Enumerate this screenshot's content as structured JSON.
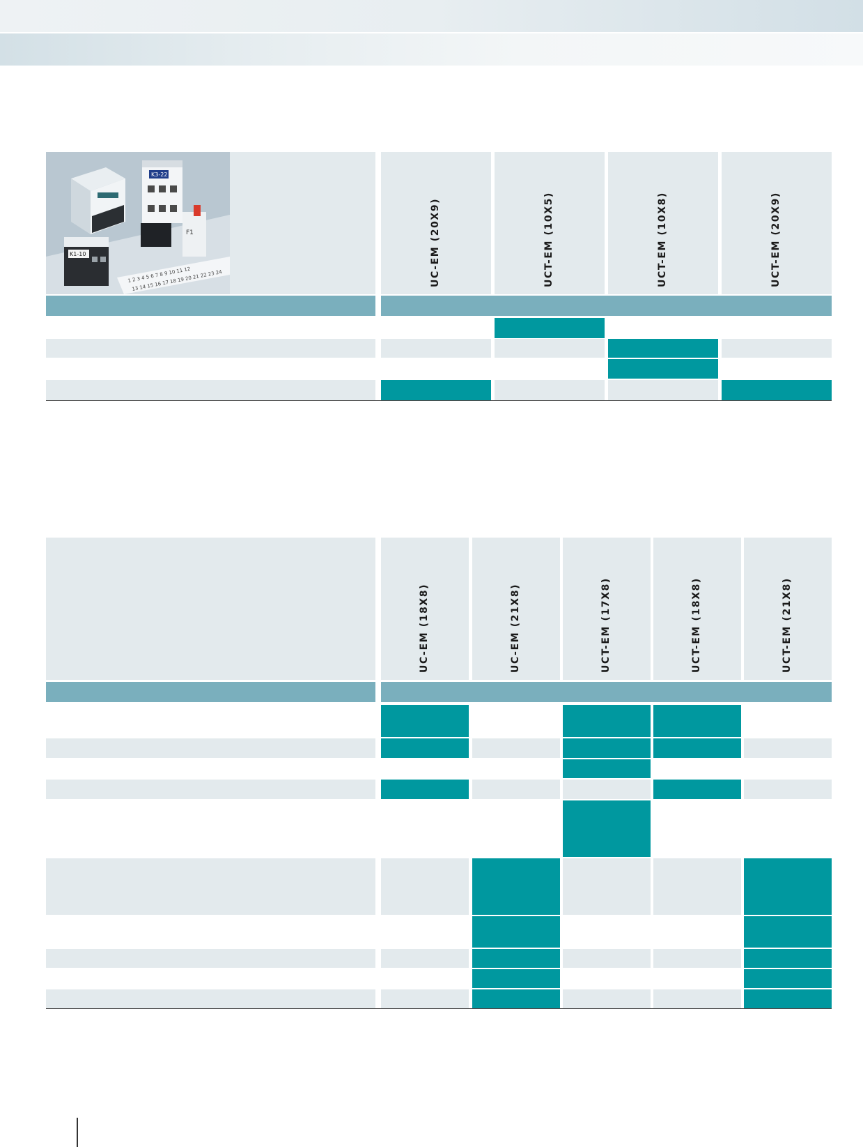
{
  "table1": {
    "columns": [
      "UC-EM (20X9)",
      "UCT-EM (10X5)",
      "UCT-EM (10X8)",
      "UCT-EM (20X9)"
    ],
    "rows": [
      [
        false,
        true,
        false,
        false
      ],
      [
        false,
        false,
        true,
        false
      ],
      [
        false,
        false,
        true,
        false
      ],
      [
        true,
        false,
        false,
        true
      ]
    ]
  },
  "table2": {
    "columns": [
      "UC-EM (18X8)",
      "UC-EM (21X8)",
      "UCT-EM (17X8)",
      "UCT-EM (18X8)",
      "UCT-EM (21X8)"
    ],
    "rows": [
      [
        true,
        false,
        true,
        true,
        false
      ],
      [
        true,
        false,
        true,
        true,
        false
      ],
      [
        false,
        false,
        true,
        false,
        false
      ],
      [
        true,
        false,
        false,
        true,
        false
      ],
      [
        false,
        false,
        true,
        false,
        false
      ],
      [
        false,
        true,
        false,
        false,
        true
      ],
      [
        false,
        true,
        false,
        false,
        true
      ],
      [
        false,
        true,
        false,
        false,
        true
      ],
      [
        false,
        true,
        false,
        false,
        true
      ],
      [
        false,
        true,
        false,
        false,
        true
      ]
    ]
  },
  "photo": {
    "labels": [
      "K3-22",
      "K1-10",
      "F1",
      "1 2 3 4 5 6 7 8 9 10 11 12",
      "13 14 15 16 17 18 19 20 21 22 23 24"
    ]
  },
  "colors": {
    "mark": "#00989f",
    "band": "#7aafbd",
    "light": "#e3eaed"
  }
}
